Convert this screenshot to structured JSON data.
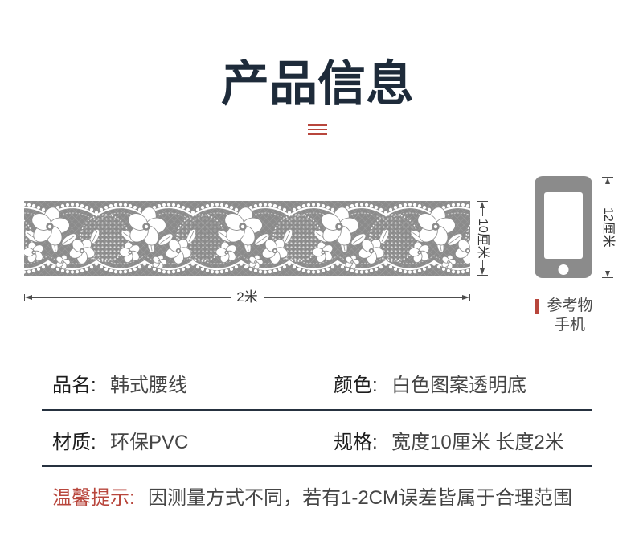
{
  "colors": {
    "title": "#1e2b3a",
    "accent": "#b8463c",
    "rule": "#26313f",
    "strip": "#8b8b8b",
    "phone": "#8b8b8b",
    "label": "#1c1c1c",
    "value": "#454545",
    "dim": "#4d4d4d",
    "caption": "#4a4a4a"
  },
  "header": {
    "title": "产品信息",
    "divider_icon": "triple-line-icon"
  },
  "product": {
    "image_icon": "lace-border-icon",
    "width_label": "2米",
    "height_label": "10厘米"
  },
  "reference": {
    "icon": "phone-icon",
    "height_label": "12厘米",
    "caption_line1": "参考物",
    "caption_line2": "手机"
  },
  "specs": {
    "rows": [
      [
        {
          "label": "品名:",
          "value": "韩式腰线"
        },
        {
          "label": "颜色:",
          "value": "白色图案透明底"
        }
      ],
      [
        {
          "label": "材质:",
          "value": "环保PVC"
        },
        {
          "label": "规格:",
          "value": "宽度10厘米 长度2米"
        }
      ]
    ]
  },
  "tip": {
    "label": "温馨提示:",
    "text": "因测量方式不同，若有1-2CM误差皆属于合理范围"
  }
}
